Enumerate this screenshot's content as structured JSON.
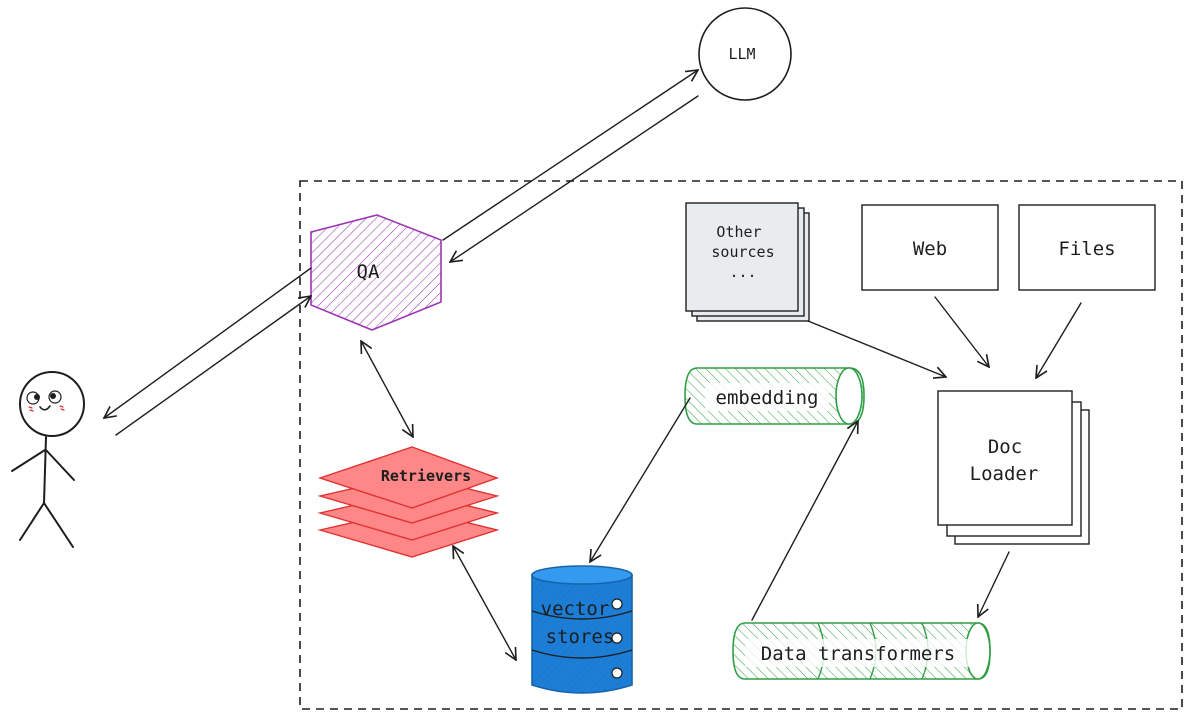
{
  "nodes": {
    "llm": "LLM",
    "qa": "QA",
    "retrievers": "Retrievers",
    "vector_stores": [
      "vector",
      "stores"
    ],
    "embedding": "embedding",
    "data_transformers": "Data transformers",
    "doc_loader": [
      "Doc",
      "Loader"
    ],
    "other_sources": [
      "Other",
      "sources",
      "..."
    ],
    "web": "Web",
    "files": "Files"
  },
  "colors": {
    "qa": "#9c36b5",
    "retrievers": "#ff8787",
    "retrievers_stroke": "#e03131",
    "vector_stores": "#1971c2",
    "embedding": "#2f9e44",
    "other_sources_fill": "#e9ecef"
  }
}
